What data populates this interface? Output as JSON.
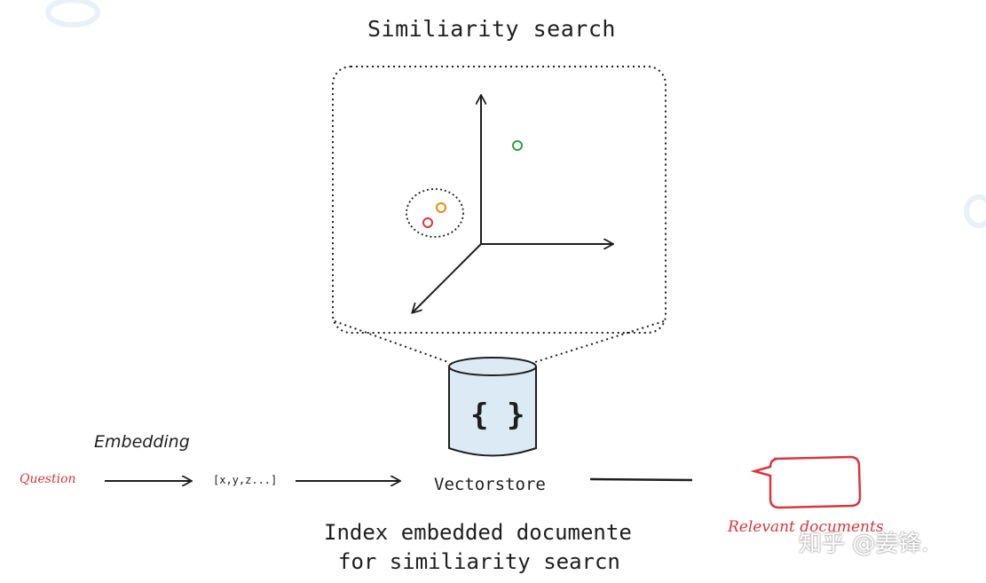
{
  "title": "Similiarity search",
  "labels": {
    "embedding": "Embedding",
    "question": "Question",
    "vector": "[x,y,z...]",
    "vectorstore": "Vectorstore",
    "braces": "{ }",
    "caption_line1": "Index embedded documente",
    "caption_line2": "for similiarity searcn",
    "relevant_documents": "Relevant documents",
    "watermark": "知乎 @姜锋."
  },
  "colors": {
    "ink": "#1e1e1e",
    "red": "#d9363e",
    "green": "#2f9e44",
    "orange": "#f08c00",
    "cylinder_fill": "#dbeaf5"
  },
  "points": [
    {
      "name": "green-point",
      "color": "#2f9e44"
    },
    {
      "name": "orange-point",
      "color": "#f08c00"
    },
    {
      "name": "red-point",
      "color": "#d9363e"
    }
  ]
}
